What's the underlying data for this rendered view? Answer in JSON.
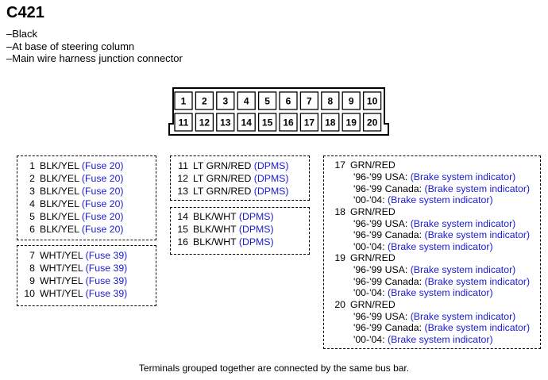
{
  "title": "C421",
  "description": [
    "Black",
    "At base of steering column",
    "Main wire harness junction connector"
  ],
  "connector": {
    "top_row": [
      "1",
      "2",
      "3",
      "4",
      "5",
      "6",
      "7",
      "8",
      "9",
      "10"
    ],
    "bottom_row": [
      "11",
      "12",
      "13",
      "14",
      "15",
      "16",
      "17",
      "18",
      "19",
      "20"
    ]
  },
  "groups": {
    "g1": [
      {
        "n": "1",
        "wire": "BLK/YEL",
        "ref": "(Fuse 20)"
      },
      {
        "n": "2",
        "wire": "BLK/YEL",
        "ref": "(Fuse 20)"
      },
      {
        "n": "3",
        "wire": "BLK/YEL",
        "ref": "(Fuse 20)"
      },
      {
        "n": "4",
        "wire": "BLK/YEL",
        "ref": "(Fuse 20)"
      },
      {
        "n": "5",
        "wire": "BLK/YEL",
        "ref": "(Fuse 20)"
      },
      {
        "n": "6",
        "wire": "BLK/YEL",
        "ref": "(Fuse 20)"
      }
    ],
    "g2": [
      {
        "n": "7",
        "wire": "WHT/YEL",
        "ref": "(Fuse 39)"
      },
      {
        "n": "8",
        "wire": "WHT/YEL",
        "ref": "(Fuse 39)"
      },
      {
        "n": "9",
        "wire": "WHT/YEL",
        "ref": "(Fuse 39)"
      },
      {
        "n": "10",
        "wire": "WHT/YEL",
        "ref": "(Fuse 39)"
      }
    ],
    "g3": [
      {
        "n": "11",
        "wire": "LT GRN/RED",
        "ref": "(DPMS)"
      },
      {
        "n": "12",
        "wire": "LT GRN/RED",
        "ref": "(DPMS)"
      },
      {
        "n": "13",
        "wire": "LT GRN/RED",
        "ref": "(DPMS)"
      }
    ],
    "g4": [
      {
        "n": "14",
        "wire": "BLK/WHT",
        "ref": "(DPMS)"
      },
      {
        "n": "15",
        "wire": "BLK/WHT",
        "ref": "(DPMS)"
      },
      {
        "n": "16",
        "wire": "BLK/WHT",
        "ref": "(DPMS)"
      }
    ],
    "g5": [
      {
        "n": "17",
        "wire": "GRN/RED",
        "subs": [
          {
            "label": "'96-'99 USA:",
            "ref": "(Brake system indicator)"
          },
          {
            "label": "'96-'99 Canada:",
            "ref": "(Brake system indicator)"
          },
          {
            "label": "'00-'04:",
            "ref": "(Brake system indicator)"
          }
        ]
      },
      {
        "n": "18",
        "wire": "GRN/RED",
        "subs": [
          {
            "label": "'96-'99 USA:",
            "ref": "(Brake system indicator)"
          },
          {
            "label": "'96-'99 Canada:",
            "ref": "(Brake system indicator)"
          },
          {
            "label": "'00-'04:",
            "ref": "(Brake system indicator)"
          }
        ]
      },
      {
        "n": "19",
        "wire": "GRN/RED",
        "subs": [
          {
            "label": "'96-'99 USA:",
            "ref": "(Brake system indicator)"
          },
          {
            "label": "'96-'99 Canada:",
            "ref": "(Brake system indicator)"
          },
          {
            "label": "'00-'04:",
            "ref": "(Brake system indicator)"
          }
        ]
      },
      {
        "n": "20",
        "wire": "GRN/RED",
        "subs": [
          {
            "label": "'96-'99 USA:",
            "ref": "(Brake system indicator)"
          },
          {
            "label": "'96-'99 Canada:",
            "ref": "(Brake system indicator)"
          },
          {
            "label": "'00-'04:",
            "ref": "(Brake system indicator)"
          }
        ]
      }
    ]
  },
  "footnote": "Terminals grouped together are connected by the same bus bar.",
  "colors": {
    "ref_text": "#1a1ad4",
    "line": "#000000"
  }
}
